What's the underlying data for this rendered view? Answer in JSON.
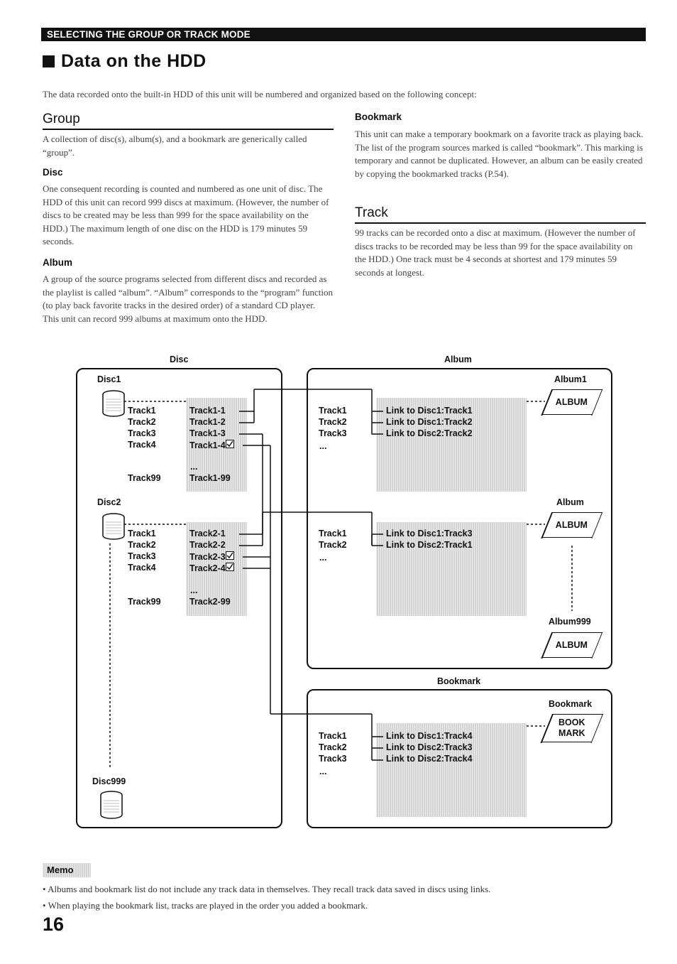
{
  "header": {
    "section_label": "SELECTING THE GROUP OR TRACK MODE",
    "title": "Data on the HDD"
  },
  "intro": "The data recorded onto the built-in HDD of this unit will be numbered and organized based on the following concept:",
  "group": {
    "heading": "Group",
    "text": "A collection of disc(s), album(s), and a bookmark are generically called “group”.",
    "disc": {
      "heading": "Disc",
      "text": "One consequent recording is counted and numbered as one unit of disc. The HDD of this unit can record 999 discs at maximum. (However, the number of discs to be created may be less than 999 for the space availability on the HDD.) The maximum length of one disc on the HDD is 179 minutes 59 seconds."
    },
    "album": {
      "heading": "Album",
      "text": "A group of the source programs selected from different discs and recorded as the playlist is called “album”. “Album” corresponds to the “program” function (to play back favorite tracks in the desired order) of a standard CD player. This unit can record 999 albums at maximum onto the HDD."
    }
  },
  "bookmark": {
    "heading": "Bookmark",
    "text": "This unit can make a temporary bookmark on a favorite track as playing back. The list of the program sources marked is called “bookmark”. This marking is temporary and cannot be duplicated. However, an album can be easily created by copying the bookmarked tracks (P.54)."
  },
  "track": {
    "heading": "Track",
    "text": "99 tracks can be recorded onto a disc at maximum. (However the number of discs tracks to be recorded may be less than 99 for the space availability on the HDD.) One track must be 4 seconds at shortest and 179 minutes 59 seconds at longest."
  },
  "diagram": {
    "disc_title": "Disc",
    "album_title": "Album",
    "bookmark_title": "Bookmark",
    "ellipsis": "...",
    "disc1": {
      "name": "Disc1",
      "tracks": [
        "Track1",
        "Track2",
        "Track3",
        "Track4",
        "Track99"
      ],
      "links": [
        "Track1-1",
        "Track1-2",
        "Track1-3",
        "Track1-4",
        "Track1-99"
      ]
    },
    "disc2": {
      "name": "Disc2",
      "tracks": [
        "Track1",
        "Track2",
        "Track3",
        "Track4",
        "Track99"
      ],
      "links": [
        "Track2-1",
        "Track2-2",
        "Track2-3",
        "Track2-4",
        "Track2-99"
      ]
    },
    "disc999": {
      "name": "Disc999"
    },
    "album1": {
      "name": "Album1",
      "badge": "ALBUM",
      "tracks": [
        "Track1",
        "Track2",
        "Track3"
      ],
      "links": [
        "Link to Disc1:Track1",
        "Link to Disc1:Track2",
        "Link to Disc2:Track2"
      ]
    },
    "album2": {
      "name": "Album",
      "badge": "ALBUM",
      "tracks": [
        "Track1",
        "Track2"
      ],
      "links": [
        "Link to Disc1:Track3",
        "Link to Disc2:Track1"
      ]
    },
    "album999": {
      "name": "Album999",
      "badge": "ALBUM"
    },
    "bookmark_box": {
      "name": "Bookmark",
      "badge_line1": "BOOK",
      "badge_line2": "MARK",
      "tracks": [
        "Track1",
        "Track2",
        "Track3"
      ],
      "links": [
        "Link to Disc1:Track4",
        "Link to Disc2:Track3",
        "Link to Disc2:Track4"
      ]
    }
  },
  "memo": {
    "label": "Memo",
    "items": [
      "Albums and bookmark list do not include any track data in themselves. They recall track data saved in discs using links.",
      "When playing the bookmark list, tracks are played in the order you added a bookmark."
    ]
  },
  "page_number": "16"
}
